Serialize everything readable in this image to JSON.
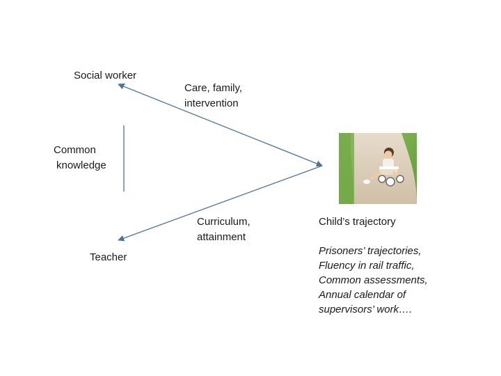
{
  "labels": {
    "social_worker": "Social worker",
    "care": [
      "Care, family,",
      "intervention"
    ],
    "common": [
      "Common",
      "knowledge"
    ],
    "curriculum": [
      "Curriculum,",
      "attainment"
    ],
    "teacher": "Teacher",
    "childs_trajectory": "Child’s trajectory",
    "examples": [
      "Prisoners’ trajectories,",
      "Fluency in rail traffic,",
      "Common assessments,",
      "Annual calendar of",
      "supervisors’ work…."
    ]
  },
  "colors": {
    "arrow": "#4f7397",
    "divider": "#4f7397"
  },
  "photo_description": "child-on-tricycle-photo"
}
